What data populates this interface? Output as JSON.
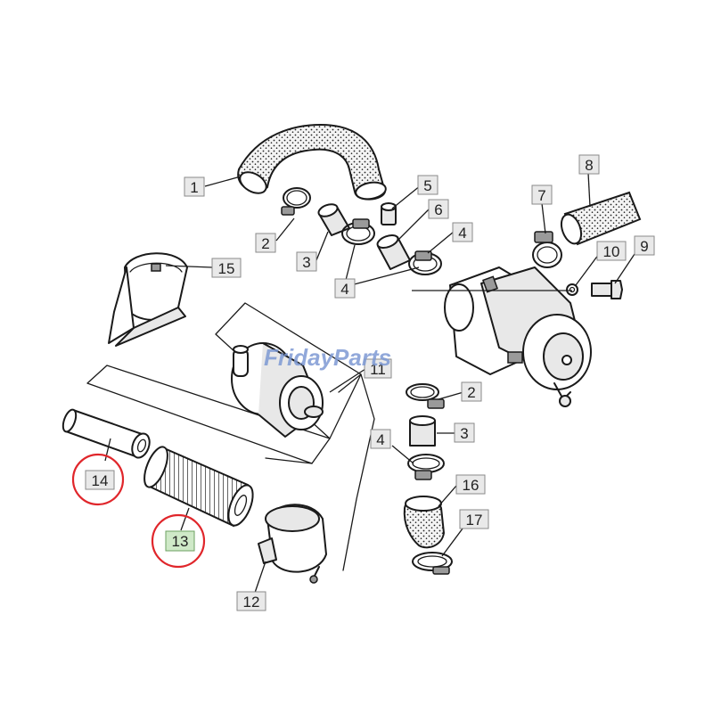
{
  "watermark": "FridayParts",
  "brand_color": "#7e9ad4",
  "highlight_ring_color": "#e0262b",
  "highlight_box_color": "#cfe9c8",
  "callouts": [
    {
      "label": "1"
    },
    {
      "label": "2"
    },
    {
      "label": "3"
    },
    {
      "label": "4"
    },
    {
      "label": "5"
    },
    {
      "label": "6"
    },
    {
      "label": "4"
    },
    {
      "label": "7"
    },
    {
      "label": "8"
    },
    {
      "label": "9"
    },
    {
      "label": "10"
    },
    {
      "label": "15"
    },
    {
      "label": "11"
    },
    {
      "label": "2"
    },
    {
      "label": "3"
    },
    {
      "label": "4"
    },
    {
      "label": "16"
    },
    {
      "label": "17"
    },
    {
      "label": "14"
    },
    {
      "label": "13"
    },
    {
      "label": "12"
    }
  ],
  "highlighted_parts": [
    "14",
    "13"
  ]
}
